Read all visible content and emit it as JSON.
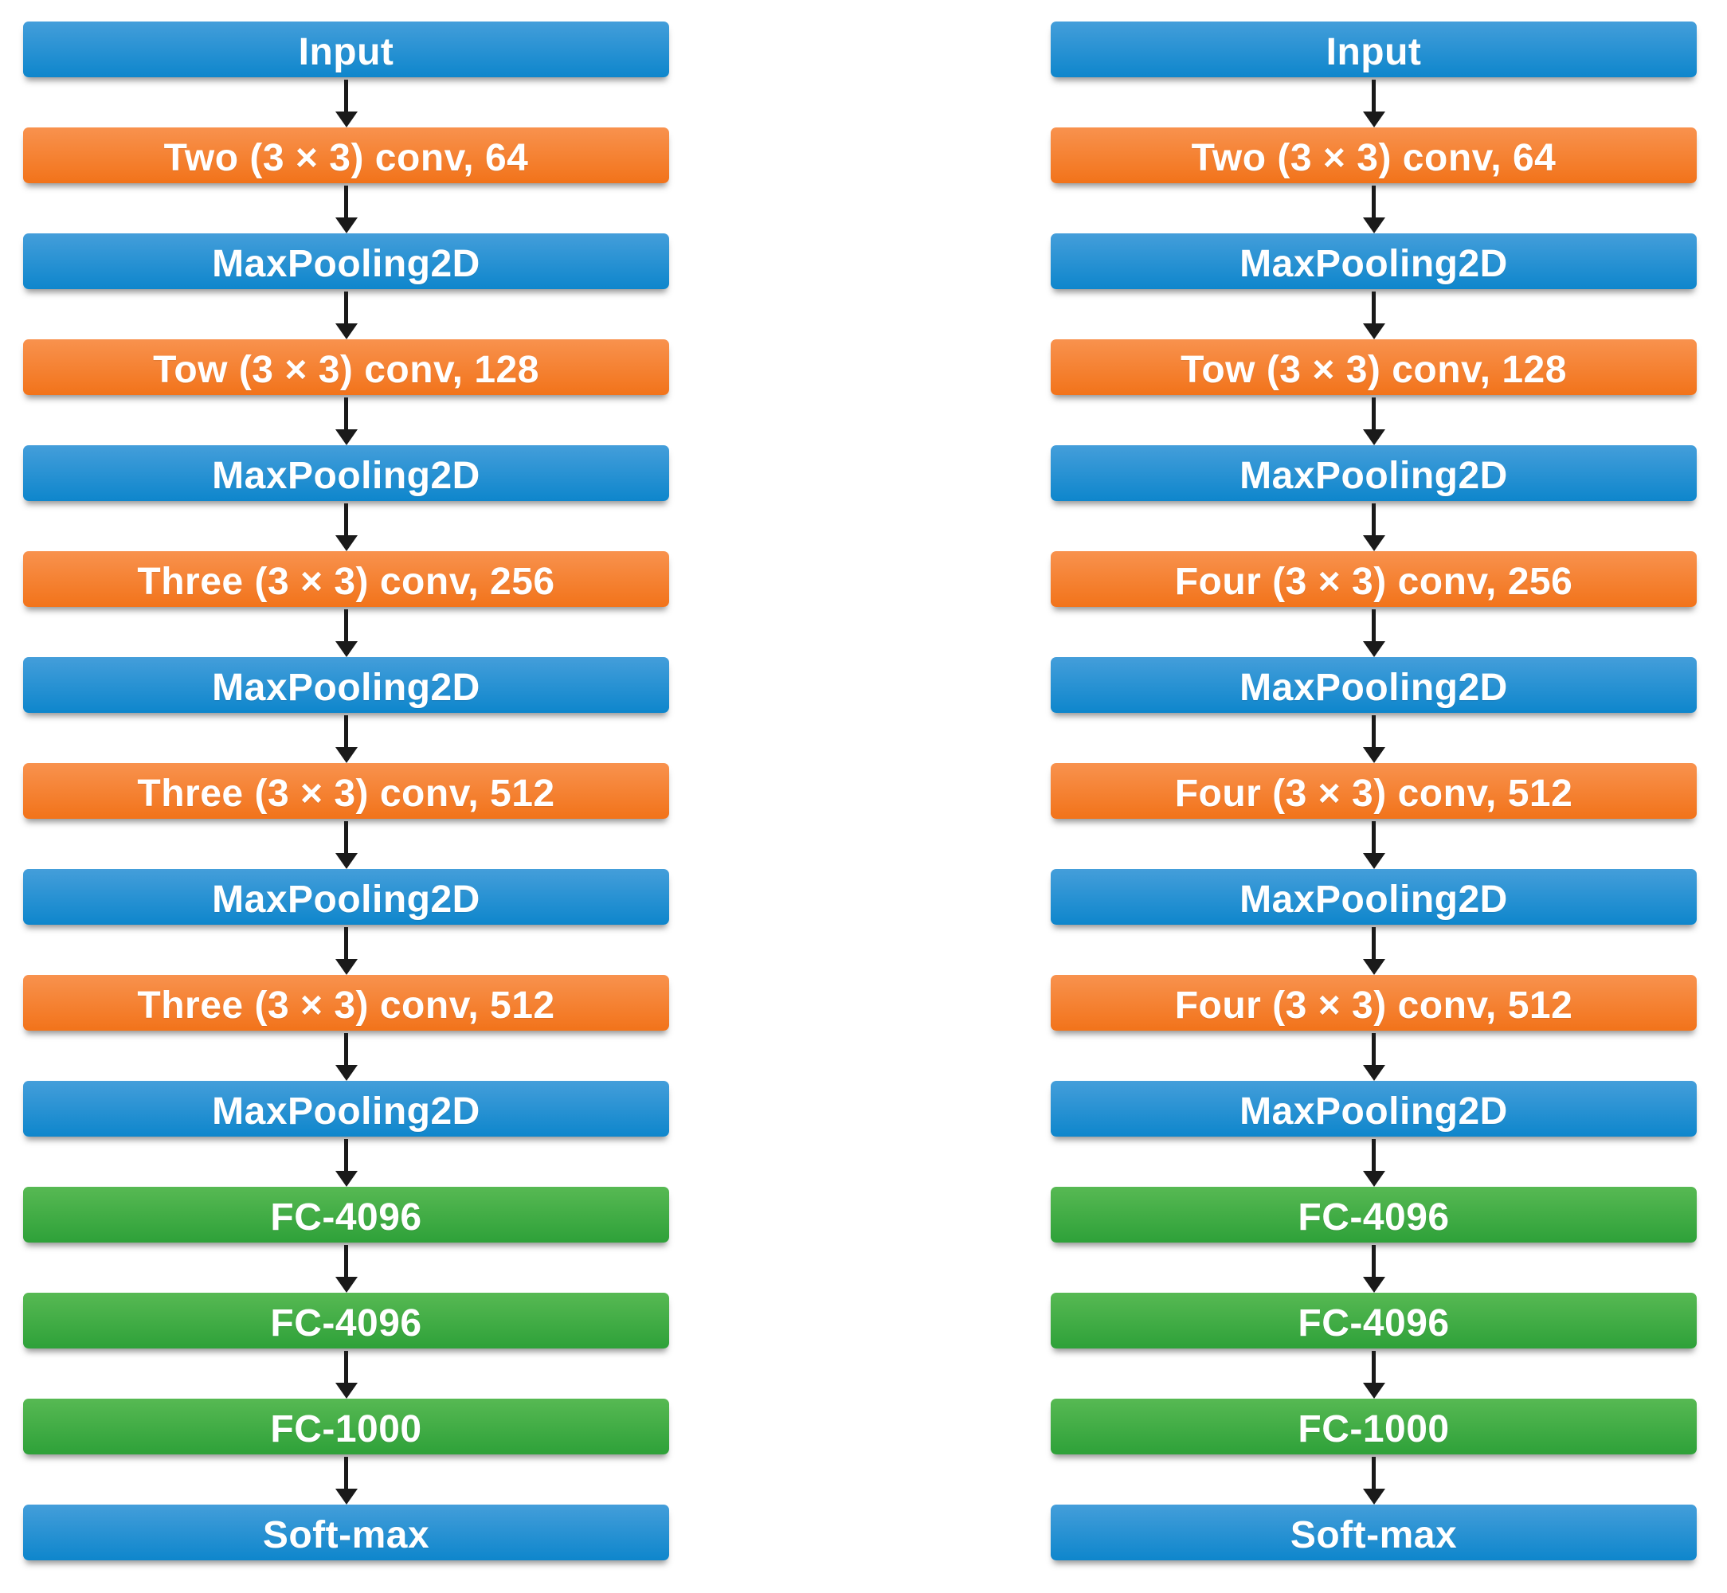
{
  "colors": {
    "blue_top": "#449EDA",
    "blue_bottom": "#0E86CC",
    "orange_top": "#F8924E",
    "orange_bottom": "#F2731A",
    "green_top": "#57B953",
    "green_bottom": "#2EA139",
    "arrow": "#1A1A1A",
    "text": "#FFFFFF"
  },
  "flowcharts": {
    "left": {
      "nodes": [
        {
          "label": "Input",
          "color": "blue"
        },
        {
          "label": "Two (3 × 3) conv, 64",
          "color": "orange"
        },
        {
          "label": "MaxPooling2D",
          "color": "blue"
        },
        {
          "label": "Tow (3 × 3) conv, 128",
          "color": "orange"
        },
        {
          "label": "MaxPooling2D",
          "color": "blue"
        },
        {
          "label": "Three (3 × 3) conv, 256",
          "color": "orange"
        },
        {
          "label": "MaxPooling2D",
          "color": "blue"
        },
        {
          "label": "Three (3 × 3) conv, 512",
          "color": "orange"
        },
        {
          "label": "MaxPooling2D",
          "color": "blue"
        },
        {
          "label": "Three (3 × 3) conv, 512",
          "color": "orange"
        },
        {
          "label": "MaxPooling2D",
          "color": "blue"
        },
        {
          "label": "FC-4096",
          "color": "green"
        },
        {
          "label": "FC-4096",
          "color": "green"
        },
        {
          "label": "FC-1000",
          "color": "green"
        },
        {
          "label": "Soft-max",
          "color": "blue"
        }
      ]
    },
    "right": {
      "nodes": [
        {
          "label": "Input",
          "color": "blue"
        },
        {
          "label": "Two (3 × 3) conv, 64",
          "color": "orange"
        },
        {
          "label": "MaxPooling2D",
          "color": "blue"
        },
        {
          "label": "Tow (3 × 3) conv, 128",
          "color": "orange"
        },
        {
          "label": "MaxPooling2D",
          "color": "blue"
        },
        {
          "label": "Four (3 × 3) conv, 256",
          "color": "orange"
        },
        {
          "label": "MaxPooling2D",
          "color": "blue"
        },
        {
          "label": "Four (3 × 3) conv, 512",
          "color": "orange"
        },
        {
          "label": "MaxPooling2D",
          "color": "blue"
        },
        {
          "label": "Four (3 × 3) conv, 512",
          "color": "orange"
        },
        {
          "label": "MaxPooling2D",
          "color": "blue"
        },
        {
          "label": "FC-4096",
          "color": "green"
        },
        {
          "label": "FC-4096",
          "color": "green"
        },
        {
          "label": "FC-1000",
          "color": "green"
        },
        {
          "label": "Soft-max",
          "color": "blue"
        }
      ]
    }
  }
}
